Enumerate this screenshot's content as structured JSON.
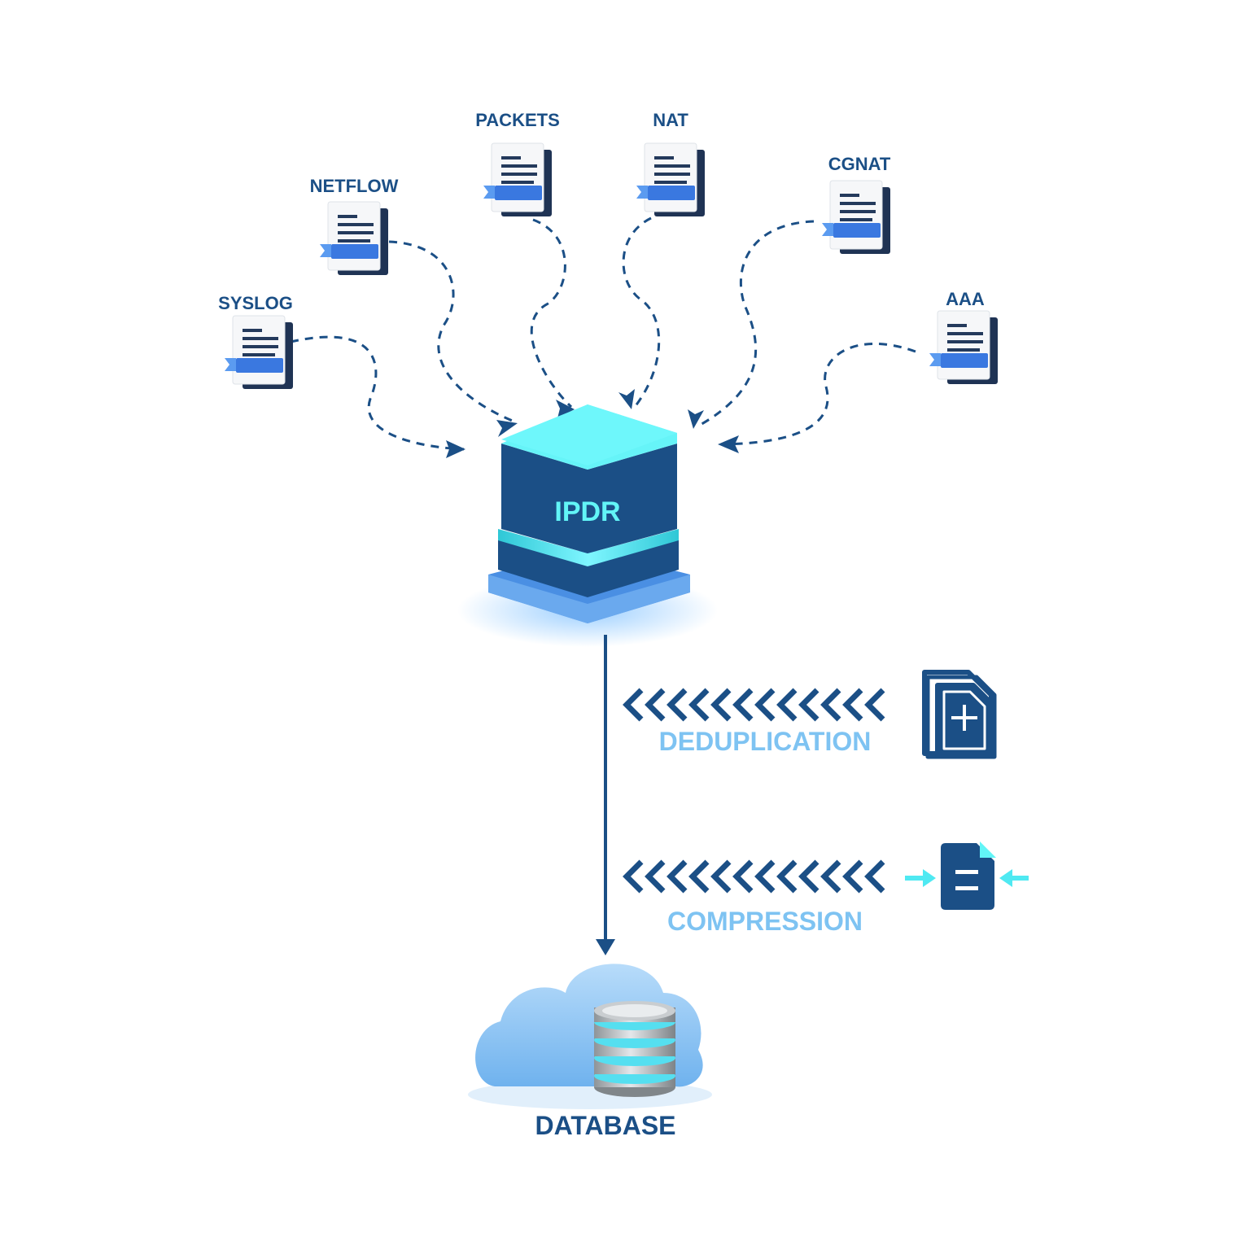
{
  "sources": [
    {
      "id": "syslog",
      "label": "SYSLOG"
    },
    {
      "id": "netflow",
      "label": "NETFLOW"
    },
    {
      "id": "packets",
      "label": "PACKETS"
    },
    {
      "id": "nat",
      "label": "NAT"
    },
    {
      "id": "cgnat",
      "label": "CGNAT"
    },
    {
      "id": "aaa",
      "label": "AAA"
    }
  ],
  "hub": {
    "label": "IPDR"
  },
  "steps": [
    {
      "id": "deduplication",
      "label": "DEDUPLICATION",
      "icon": "duplicate-file-icon"
    },
    {
      "id": "compression",
      "label": "COMPRESSION",
      "icon": "compress-file-icon"
    }
  ],
  "destination": {
    "label": "DATABASE",
    "icon": "cloud-database-icon"
  },
  "colors": {
    "navy": "#1b4f86",
    "dark_navy": "#1a3f6e",
    "cyan": "#62f5f7",
    "step_label": "#7ec3f2",
    "doc_accent": "#3a78e0",
    "cloud": "#8fc6f3"
  }
}
